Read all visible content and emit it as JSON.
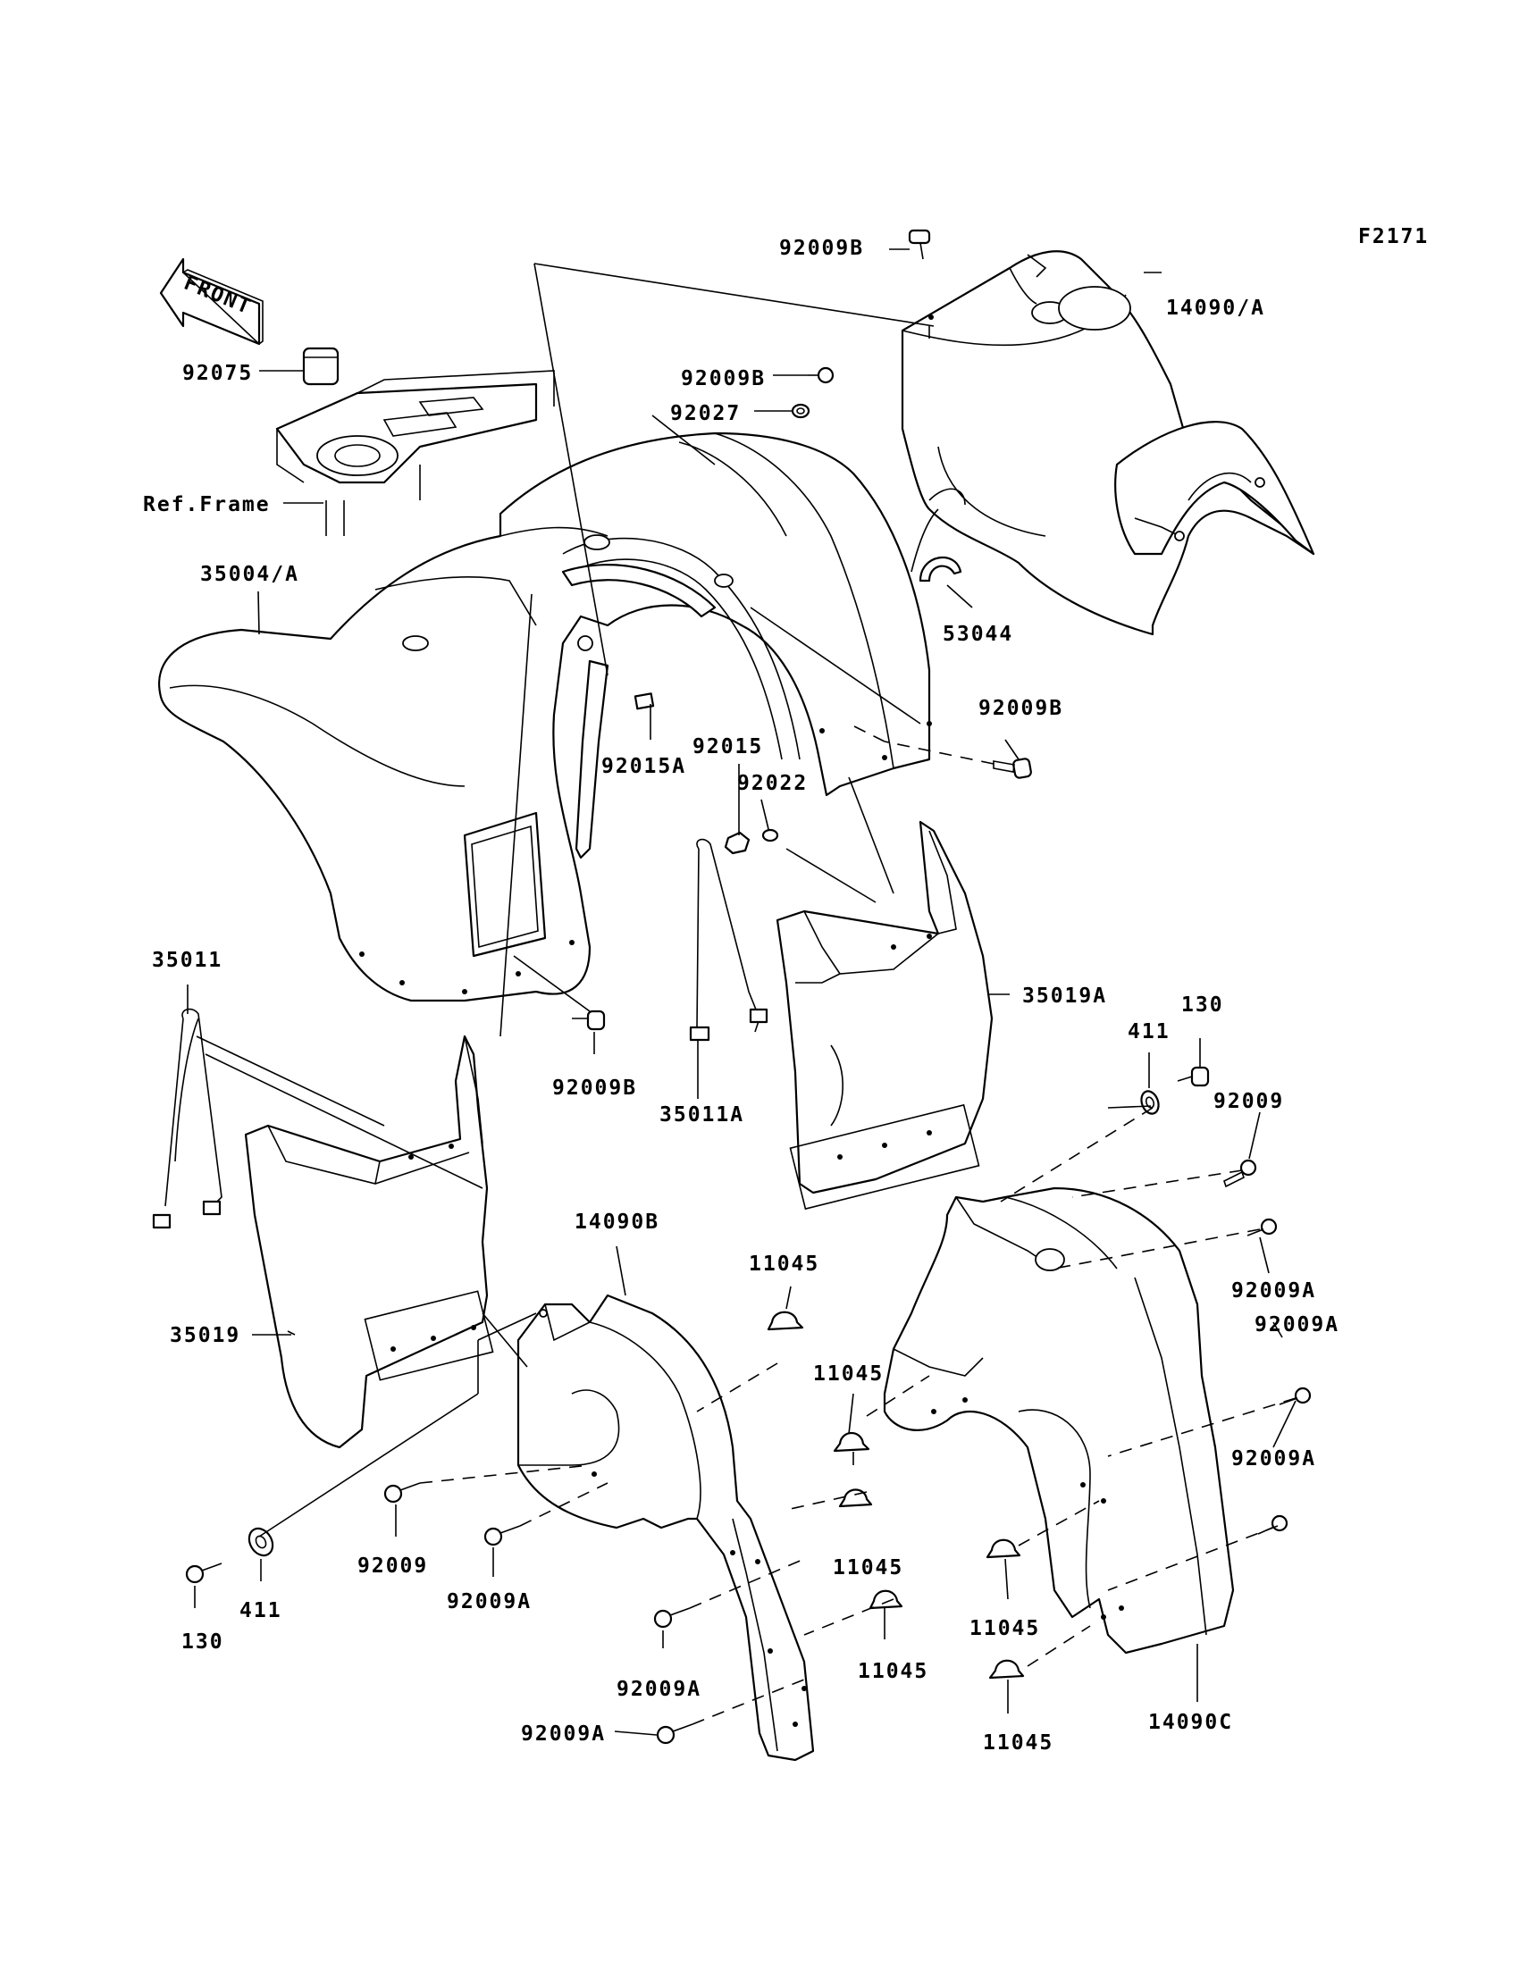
{
  "figure_code": "F2171",
  "front_arrow": "FRONT",
  "labels": {
    "l_92009B_top": "92009B",
    "l_14090A": "14090/A",
    "l_92075": "92075",
    "l_92009B_mid": "92009B",
    "l_92027": "92027",
    "l_ref_frame": "Ref.Frame",
    "l_35004A": "35004/A",
    "l_53044": "53044",
    "l_92009B_right": "92009B",
    "l_92015A": "92015A",
    "l_92015": "92015",
    "l_92022": "92022",
    "l_35011": "35011",
    "l_35019A": "35019A",
    "l_92009B_low": "92009B",
    "l_35011A": "35011A",
    "l_411_right": "411",
    "l_130_right": "130",
    "l_92009_right": "92009",
    "l_14090B": "14090B",
    "l_11045_a": "11045",
    "l_92009A_r1": "92009A",
    "l_35019": "35019",
    "l_92009A_r2": "92009A",
    "l_11045_b": "11045",
    "l_92009A_r3": "92009A",
    "l_92009_left": "92009",
    "l_92009A_left": "92009A",
    "l_11045_c": "11045",
    "l_411_left": "411",
    "l_130_left": "130",
    "l_11045_d": "11045",
    "l_11045_e": "11045",
    "l_92009A_bot1": "92009A",
    "l_14090C": "14090C",
    "l_11045_f": "11045",
    "l_92009A_bot2": "92009A"
  }
}
